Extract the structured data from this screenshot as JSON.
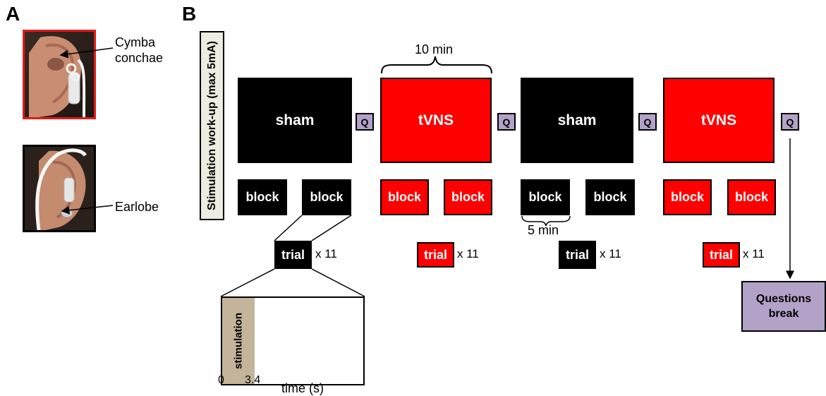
{
  "panel_a": {
    "letter": "A",
    "label_cymba_line1": "Cymba",
    "label_cymba_line2": "conchae",
    "label_earlobe": "Earlobe"
  },
  "panel_b": {
    "letter": "B",
    "workup_label": "Stimulation work-up (max 5mA)",
    "duration_label": "10 min",
    "session_labels": [
      "sham",
      "tVNS",
      "sham",
      "tVNS"
    ],
    "q_label": "Q",
    "block_label": "block",
    "block_duration_label": "5 min",
    "trial_label": "trial",
    "trial_multiplier": "x 11",
    "stimulation_label": "stimulation",
    "tick_start": "0",
    "tick_stim": "3.4",
    "time_axis_label": "time (s)",
    "questions_break_line1": "Questions",
    "questions_break_line2": "break"
  },
  "colors": {
    "sham": "#000000",
    "tvns": "#ff0000",
    "q_box": "#b3a2c7",
    "workup": "#eeece1",
    "stimulation": "#c4b49a"
  },
  "icons": [
    "ear-photo-cymba",
    "ear-photo-earlobe"
  ]
}
